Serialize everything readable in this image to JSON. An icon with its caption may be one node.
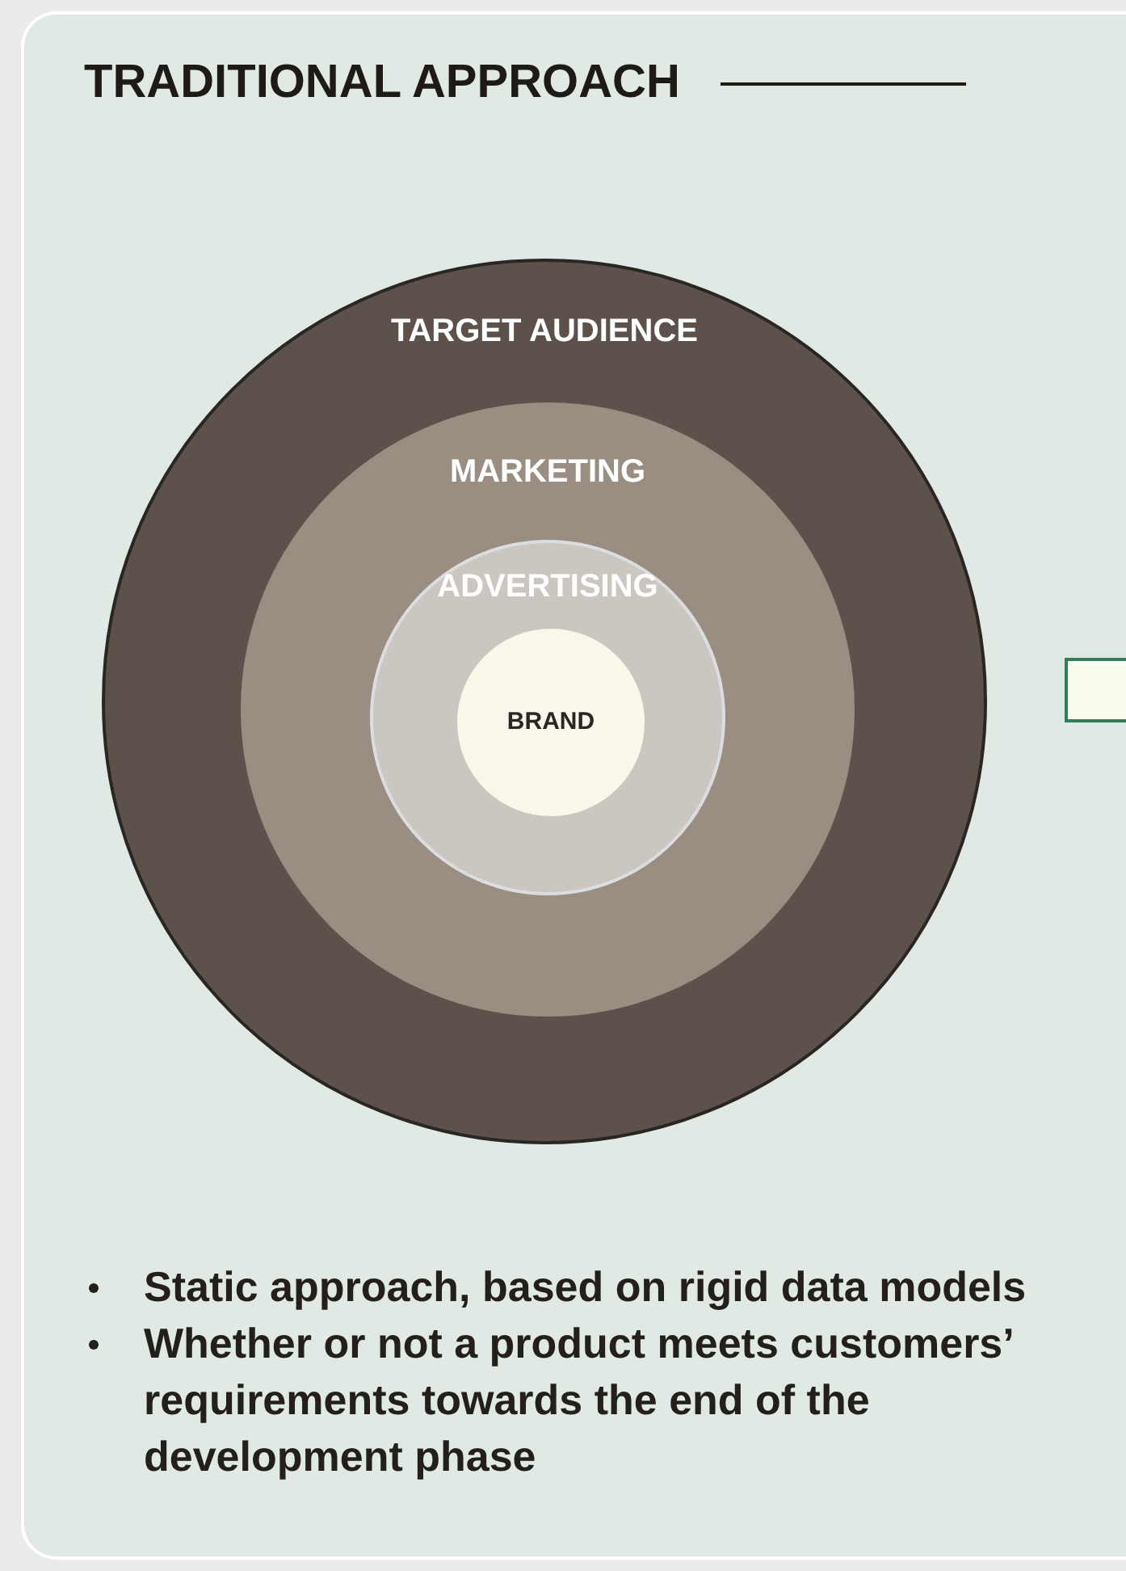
{
  "diagram": {
    "title": "TRADITIONAL APPROACH",
    "nodes": [
      {
        "text": [
          "TARGET AUDIENCE"
        ]
      },
      {
        "text": [
          "MARKETING"
        ],
        "in": 0
      },
      {
        "text": [
          "ADVERTISING"
        ],
        "in": 1
      },
      {
        "text": [
          "BRAND"
        ],
        "in": 2
      },
      {
        "text": [],
        "shape": "box"
      }
    ],
    "labels": [
      "Static approach, based on rigid data models",
      "Whether or not a product meets customers’ requirements towards the end of the development phase"
    ]
  }
}
